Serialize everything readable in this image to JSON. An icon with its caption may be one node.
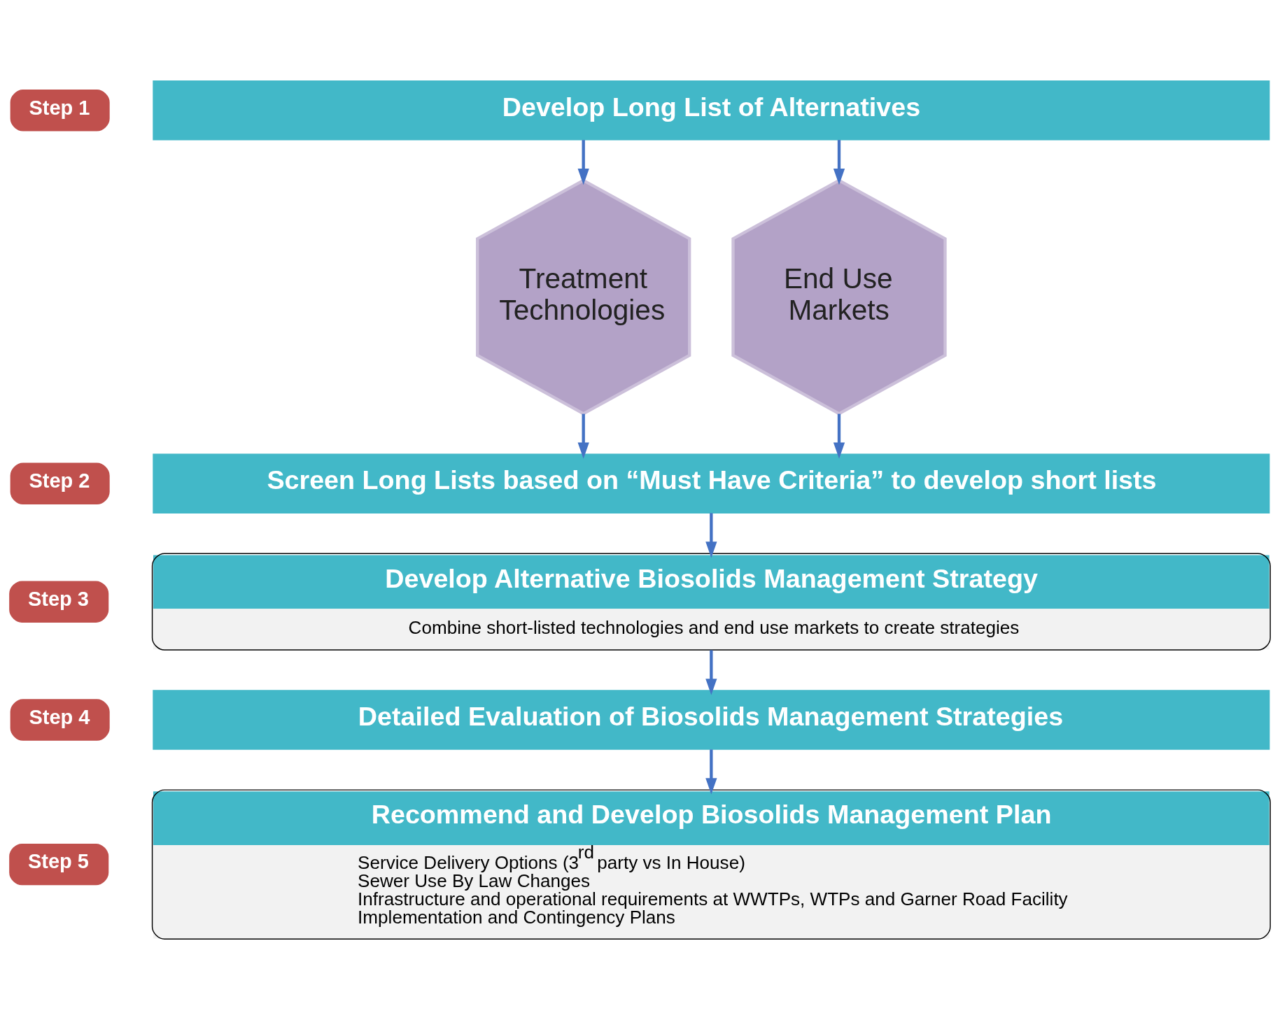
{
  "diagram": {
    "nodes": [
      {
        "text": [
          "Step 1"
        ]
      },
      {
        "text": [
          "Develop Long List of Alternatives"
        ]
      },
      {
        "text": [
          "Treatment Technologies"
        ]
      },
      {
        "text": [
          "End Use Markets"
        ]
      },
      {
        "text": [
          "Step 2"
        ]
      },
      {
        "text": [
          "Screen Long Lists based on “Must Have Criteria” to develop short lists"
        ]
      },
      {
        "text": [
          "Step 3"
        ]
      },
      {
        "text": [
          "Develop Alternative Biosolids Management Strategy",
          "Combine short-listed technologies and end use markets to create strategies"
        ]
      },
      {
        "text": [
          "Step 4"
        ]
      },
      {
        "text": [
          "Detailed Evaluation of Biosolids Management Strategies"
        ]
      },
      {
        "text": [
          "Step 5"
        ]
      },
      {
        "text": [
          "Recommend and Develop Biosolids Management Plan",
          "Service Delivery Options (3$^{rd}$ party vs In House)",
          "Sewer Use By Law Changes",
          "Infrastructure and operational requirements at WWTPs, WTPs and Garner Road Facility",
          "Implementation and Contingency Plans"
        ]
      }
    ],
    "edges": [
      {
        "from": 1,
        "to": 2,
        "arrow": "to"
      },
      {
        "from": 1,
        "to": 3,
        "arrow": "to"
      },
      {
        "from": 2,
        "to": 5,
        "arrow": "to"
      },
      {
        "from": 3,
        "to": 5,
        "arrow": "to"
      },
      {
        "from": 5,
        "to": 7,
        "arrow": "to"
      },
      {
        "from": 7,
        "to": 9,
        "arrow": "to"
      },
      {
        "from": 9,
        "to": 11,
        "arrow": "to"
      }
    ]
  }
}
